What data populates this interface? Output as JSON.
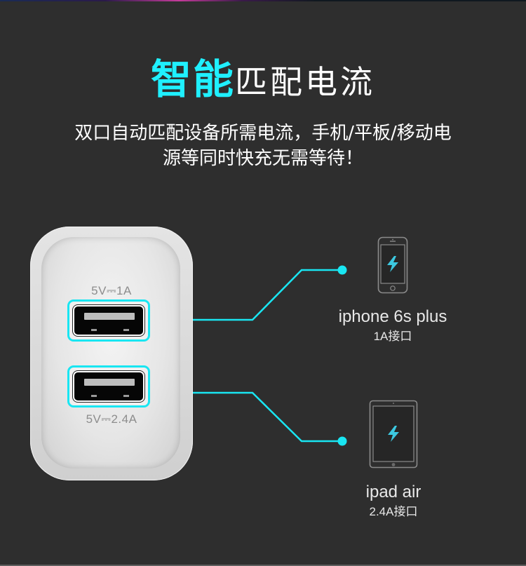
{
  "header": {
    "title_highlight": "智能",
    "title_rest": "匹配电流",
    "subtitle_line1": "双口自动匹配设备所需电流，手机/平板/移动电",
    "subtitle_line2": "源等同时快充无需等待！"
  },
  "charger": {
    "ports": [
      {
        "label": "5V⎓1A",
        "voltage": "5V",
        "current": "1A"
      },
      {
        "label": "5V⎓2.4A",
        "voltage": "5V",
        "current": "2.4A"
      }
    ]
  },
  "devices": [
    {
      "name": "iphone 6s plus",
      "spec": "1A接口",
      "icon": "phone-charging-icon"
    },
    {
      "name": "ipad air",
      "spec": "2.4A接口",
      "icon": "tablet-charging-icon"
    }
  ],
  "colors": {
    "background": "#2e2e2e",
    "accent_cyan": "#1ff0ff",
    "line_cyan": "#19e6f2",
    "bolt_cyan": "#3cc8e0",
    "text_white": "#ffffff",
    "device_outline": "#8a8a8a"
  }
}
